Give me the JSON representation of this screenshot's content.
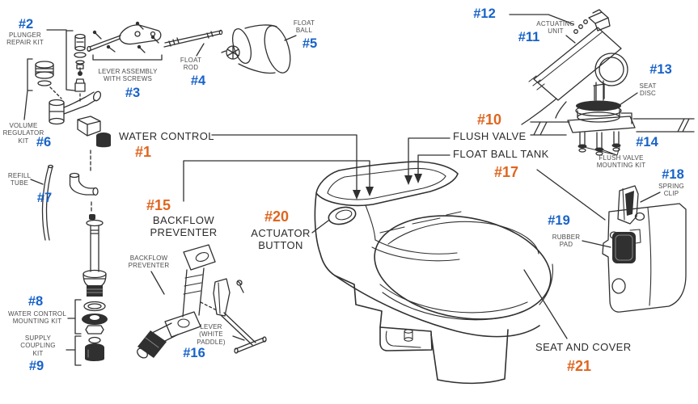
{
  "diagram": {
    "title": "Toilet repair parts diagram"
  },
  "colors": {
    "part_number_blue": "#1863C8",
    "part_number_orange": "#E0651F",
    "line_ink": "#303030",
    "small_label": "#4c4c4c",
    "large_label": "#2b2b2b"
  },
  "parts": {
    "p1": {
      "number": "#1",
      "label": "WATER CONTROL"
    },
    "p2": {
      "number": "#2",
      "label": "PLUNGER\nREPAIR KIT"
    },
    "p3": {
      "number": "#3",
      "label": "LEVER ASSEMBLY\nWITH SCREWS"
    },
    "p4": {
      "number": "#4",
      "label": "FLOAT\nROD"
    },
    "p5": {
      "number": "#5",
      "label": "FLOAT\nBALL"
    },
    "p6": {
      "number": "#6",
      "label": "VOLUME\nREGULATOR\nKIT"
    },
    "p7": {
      "number": "#7",
      "label": "REFILL\nTUBE"
    },
    "p8": {
      "number": "#8",
      "label": "WATER CONTROL\nMOUNTING KIT"
    },
    "p9": {
      "number": "#9",
      "label": "SUPPLY\nCOUPLING\nKIT"
    },
    "p10": {
      "number": "#10",
      "label": "FLUSH VALVE"
    },
    "p11": {
      "number": "#11",
      "label": "ACTUATING\nUNIT"
    },
    "p12": {
      "number": "#12"
    },
    "p13": {
      "number": "#13",
      "label": "SEAT\nDISC"
    },
    "p14": {
      "number": "#14",
      "label": "FLUSH VALVE\nMOUNTING KIT"
    },
    "p15": {
      "number": "#15",
      "label": "BACKFLOW\nPREVENTER",
      "small_label": "BACKFLOW\nPREVENTER"
    },
    "p16": {
      "number": "#16",
      "label": "LEVER\n(WHITE\nPADDLE)"
    },
    "p17": {
      "number": "#17",
      "label": "FLOAT BALL TANK"
    },
    "p18": {
      "number": "#18",
      "label": "SPRING\nCLIP"
    },
    "p19": {
      "number": "#19",
      "label": "RUBBER\nPAD"
    },
    "p20": {
      "number": "#20",
      "label": "ACTUATOR\nBUTTON"
    },
    "p21": {
      "number": "#21",
      "label": "SEAT AND COVER"
    }
  }
}
